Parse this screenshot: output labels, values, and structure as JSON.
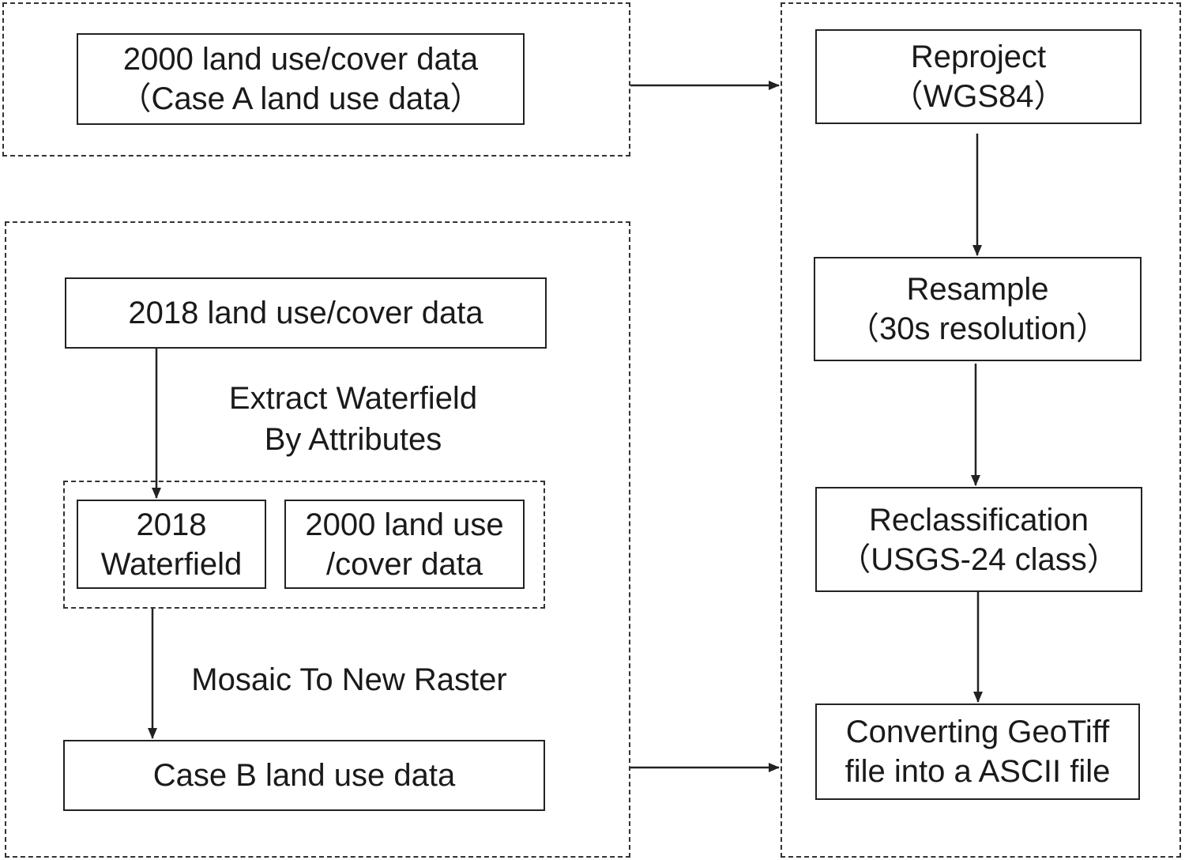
{
  "case_a": {
    "box": {
      "line1": "2000 land use/cover data",
      "line2": "（Case A land use data）"
    }
  },
  "case_b": {
    "source_box": {
      "line1": "2018 land use/cover data"
    },
    "extract_label": {
      "line1": "Extract Waterfield",
      "line2": "By Attributes"
    },
    "waterfield_box": {
      "line1": "2018",
      "line2": "Waterfield"
    },
    "landuse_2000_box": {
      "line1": "2000 land use",
      "line2": "/cover data"
    },
    "mosaic_label": "Mosaic To New Raster",
    "result_box": {
      "line1": "Case B land use data"
    }
  },
  "processing": {
    "reproject": {
      "line1": "Reproject",
      "line2": "（WGS84）"
    },
    "resample": {
      "line1": "Resample",
      "line2": "（30s resolution）"
    },
    "reclassification": {
      "line1": "Reclassification",
      "line2": "（USGS-24 class）"
    },
    "convert": {
      "line1": "Converting GeoTiff",
      "line2": "file into a ASCII file"
    }
  }
}
